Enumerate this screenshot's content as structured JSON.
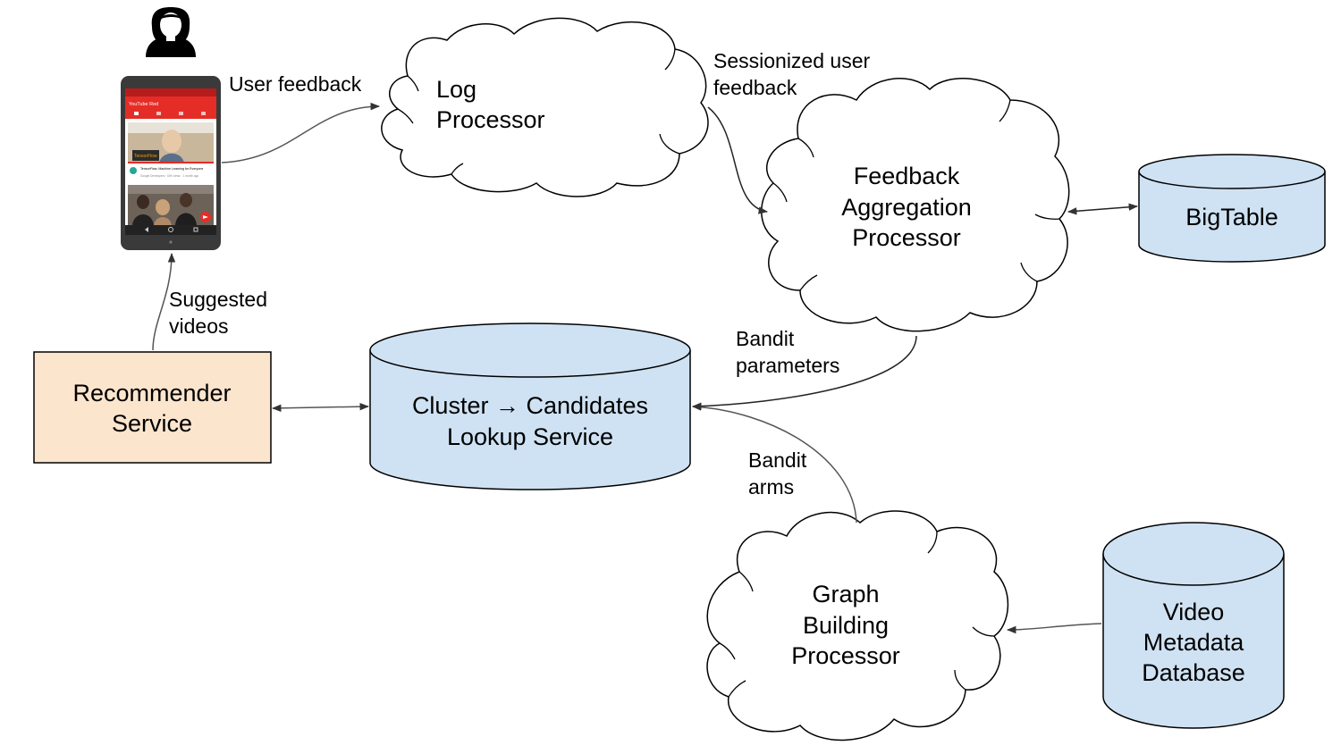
{
  "nodes": {
    "log_processor": [
      "Log",
      "Processor"
    ],
    "feedback_aggregation": [
      "Feedback",
      "Aggregation",
      "Processor"
    ],
    "bigtable": [
      "BigTable"
    ],
    "recommender_service": [
      "Recommender",
      "Service"
    ],
    "cluster_lookup": [
      "Cluster → Candidates",
      "Lookup Service"
    ],
    "graph_building": [
      "Graph",
      "Building",
      "Processor"
    ],
    "video_metadata": [
      "Video",
      "Metadata",
      "Database"
    ]
  },
  "edges": {
    "user_feedback": [
      "User feedback"
    ],
    "sessionized_feedback": [
      "Sessionized user",
      "feedback"
    ],
    "suggested_videos": [
      "Suggested",
      "videos"
    ],
    "bandit_parameters": [
      "Bandit",
      "parameters"
    ],
    "bandit_arms": [
      "Bandit",
      "arms"
    ]
  },
  "phone": {
    "app_title": "YouTube Red",
    "video_title": "TensorFlow: Machine Learning for Everyone",
    "video_meta": "Google Developers · 60K views · 1 month ago",
    "thumb_caption": "TensorFlow"
  },
  "colors": {
    "db_fill": "#cfe2f3",
    "service_fill": "#fce5cd",
    "phone_red": "#e52d27",
    "phone_body": "#3a3a3a"
  }
}
